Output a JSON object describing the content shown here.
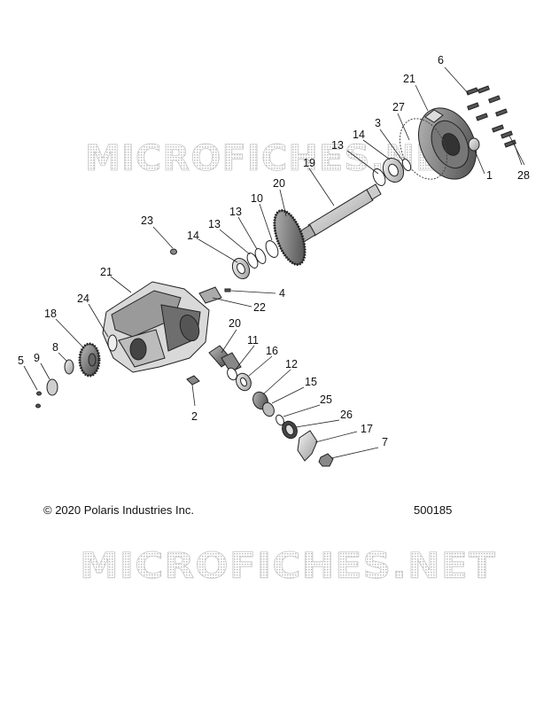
{
  "watermark": "MICROFICHES.NET",
  "copyright": "© 2020 Polaris Industries Inc.",
  "drawing_number": "500185",
  "callouts": {
    "c1": "1",
    "c2": "2",
    "c3": "3",
    "c4": "4",
    "c5": "5",
    "c6": "6",
    "c7": "7",
    "c8": "8",
    "c9": "9",
    "c10": "10",
    "c11": "11",
    "c12": "12",
    "c13a": "13",
    "c13b": "13",
    "c13c": "13",
    "c14a": "14",
    "c14b": "14",
    "c15": "15",
    "c16": "16",
    "c17": "17",
    "c18": "18",
    "c19": "19",
    "c20a": "20",
    "c20b": "20",
    "c21a": "21",
    "c21b": "21",
    "c22": "22",
    "c23": "23",
    "c24": "24",
    "c25": "25",
    "c26": "26",
    "c27": "27",
    "c28": "28"
  }
}
